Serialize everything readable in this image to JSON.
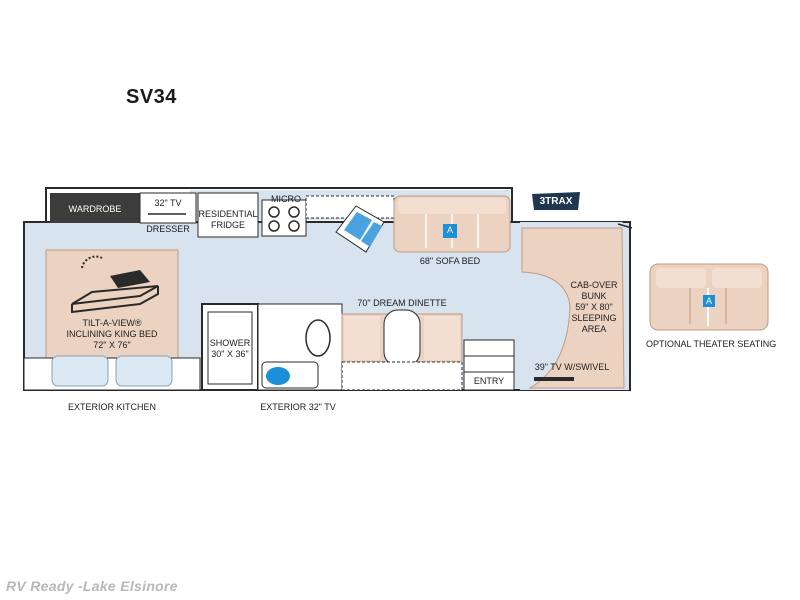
{
  "model": "SV34",
  "labels": {
    "wardrobe": "WARDROBE",
    "tv32_top": "32\" TV",
    "dresser": "DRESSER",
    "fridge_line1": "RESIDENTIAL",
    "fridge_line2": "FRIDGE",
    "micro": "MICRO",
    "sofa": "68\" SOFA BED",
    "bed_line1": "TILT-A-VIEW®",
    "bed_line2": "INCLINING KING BED",
    "bed_line3": "72\" X 76\"",
    "shower_line1": "SHOWER",
    "shower_line2": "30\" X 36\"",
    "dinette": "70\" DREAM DINETTE",
    "cabover_line1": "CAB-OVER",
    "cabover_line2": "BUNK",
    "cabover_line3": "59\" X 80\"",
    "cabover_line4": "SLEEPING",
    "cabover_line5": "AREA",
    "tv39": "39\" TV W/SWIVEL",
    "entry": "ENTRY",
    "exterior_kitchen": "EXTERIOR KITCHEN",
    "exterior_tv": "EXTERIOR 32\" TV",
    "theater": "OPTIONAL THEATER SEATING",
    "marker_a": "A"
  },
  "logo": {
    "text": "3TRAX"
  },
  "watermark": "RV Ready -Lake Elsinore",
  "colors": {
    "interior": "#d7e3ef",
    "upholstery": "#ecd2c0",
    "upholstery_dark": "#d8b49e",
    "wardrobe": "#3c3c3c",
    "outline": "#2a2a2a",
    "accent_blue": "#1d8fd6",
    "logo_navy": "#1f3550"
  }
}
